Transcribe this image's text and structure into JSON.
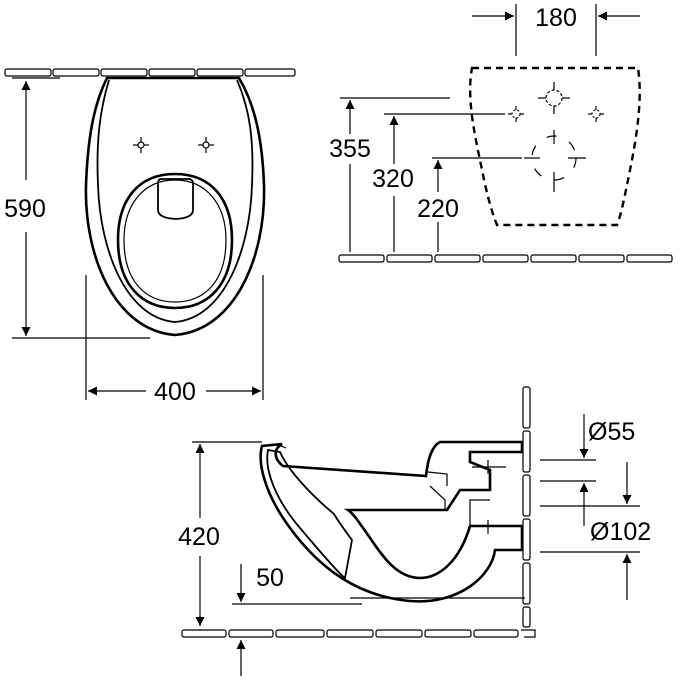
{
  "drawing": {
    "top_view": {
      "depth_label": "590",
      "width_label": "400"
    },
    "rear_view": {
      "fixing_spacing_label": "180",
      "height_upper_label": "355",
      "height_middle_label": "320",
      "height_lower_label": "220"
    },
    "side_view": {
      "inlet_diameter_label": "Ø55",
      "outlet_diameter_label": "Ø102",
      "height_label": "420",
      "outlet_offset_label": "50"
    }
  }
}
